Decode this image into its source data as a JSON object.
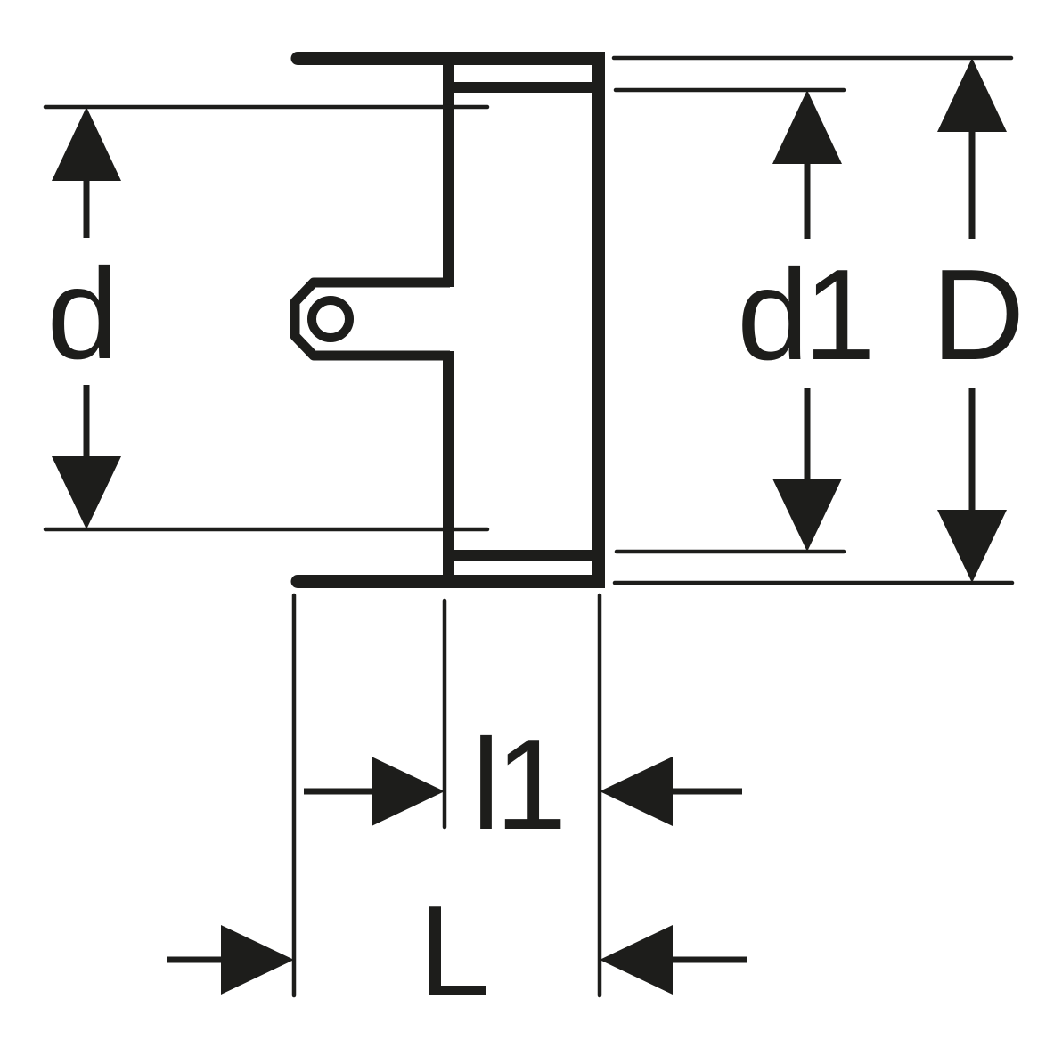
{
  "diagram": {
    "description": "Technical cross-section dimension drawing of a pipe fitting socket with seal retainer",
    "background_color": "#ffffff",
    "line_color": "#1d1d1b",
    "seal_fill_color": "#ffffff",
    "labels": {
      "d": "d",
      "d1": "d1",
      "D": "D",
      "l1": "l1",
      "L": "L"
    }
  }
}
